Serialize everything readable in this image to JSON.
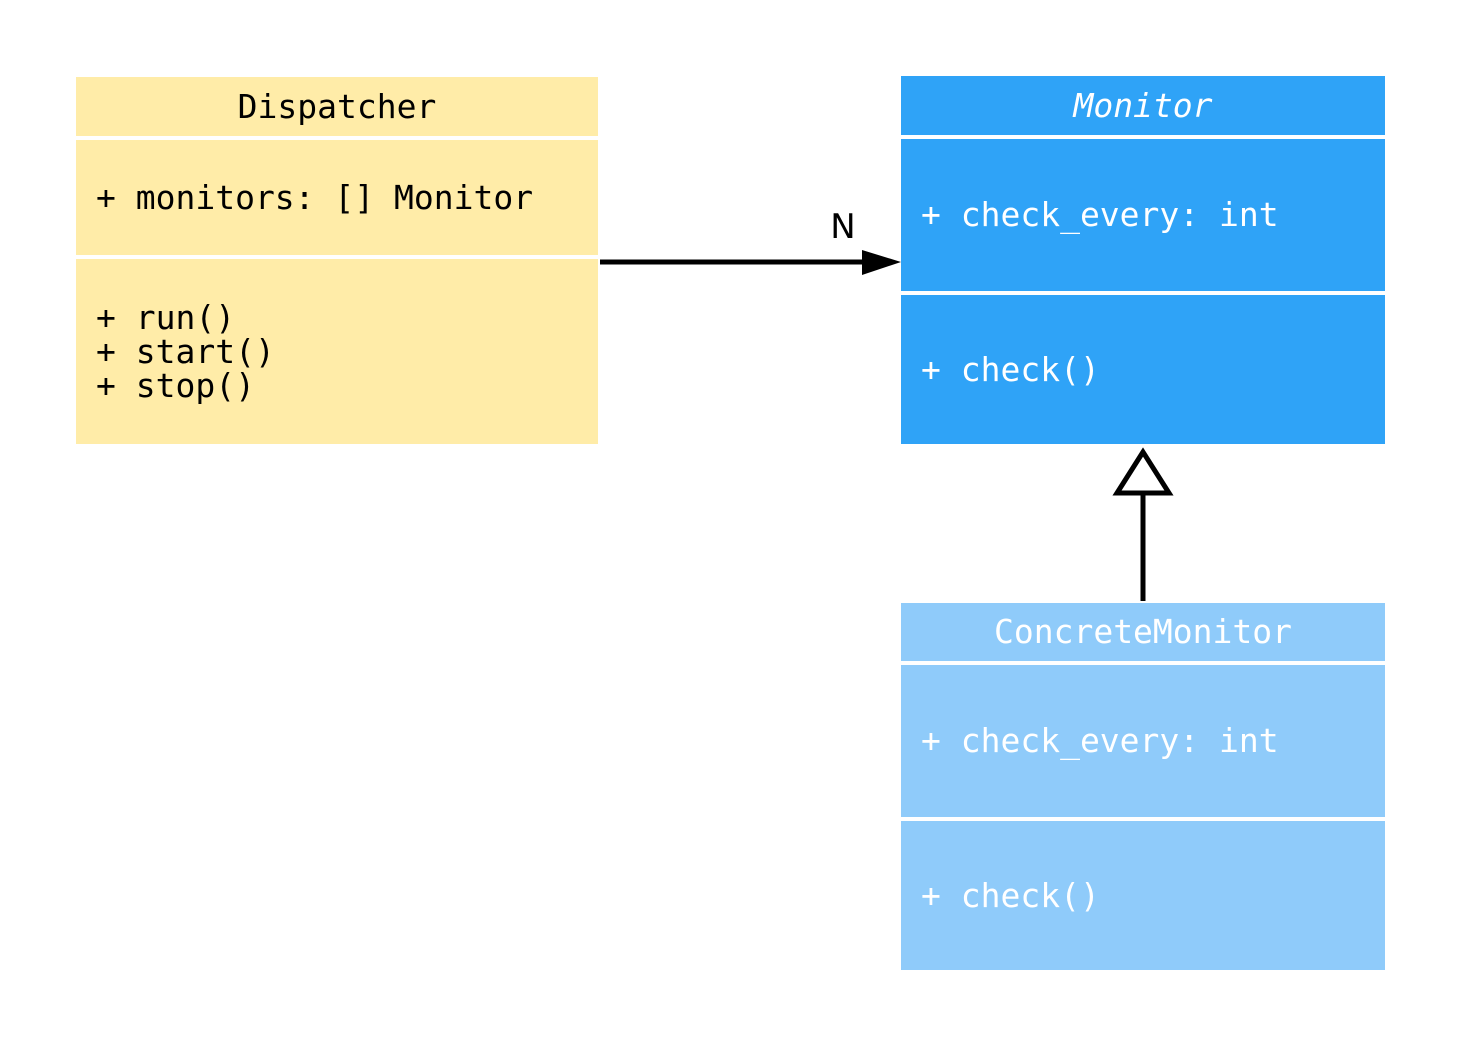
{
  "diagram": {
    "type": "uml-class-diagram",
    "background": "#ffffff"
  },
  "classes": [
    {
      "name": "Dispatcher",
      "abstract": false,
      "fill": "#FFECA8",
      "text_color": "#000000",
      "attributes": [
        "+ monitors: [] Monitor"
      ],
      "methods": [
        "+ run()",
        "+ start()",
        "+ stop()"
      ]
    },
    {
      "name": "Monitor",
      "abstract": true,
      "fill": "#2FA3F7",
      "text_color": "#FFFFFF",
      "attributes": [
        "+ check_every: int"
      ],
      "methods": [
        "+ check()"
      ]
    },
    {
      "name": "ConcreteMonitor",
      "abstract": false,
      "fill": "#8FCBFA",
      "text_color": "#FFFFFF",
      "attributes": [
        "+ check_every: int"
      ],
      "methods": [
        "+ check()"
      ]
    }
  ],
  "relationships": [
    {
      "type": "association",
      "from": "Dispatcher",
      "to": "Monitor",
      "label": "N",
      "line_color": "#000000"
    },
    {
      "type": "generalization",
      "from": "ConcreteMonitor",
      "to": "Monitor",
      "label": "",
      "line_color": "#000000"
    }
  ]
}
